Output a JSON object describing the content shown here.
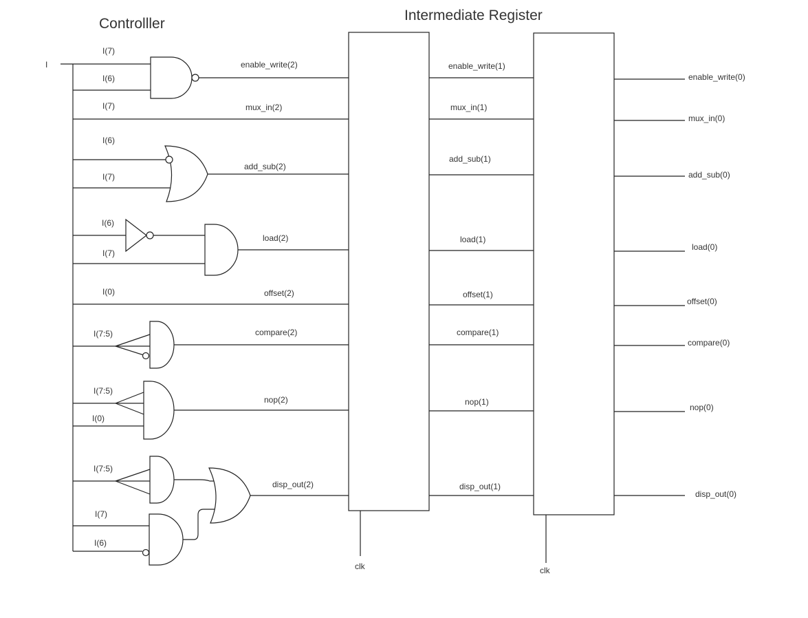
{
  "titles": {
    "controller": "Controlller",
    "register": "Intermediate Register"
  },
  "input": {
    "bus": "I"
  },
  "gate_inputs": {
    "nand_a": "I(7)",
    "nand_b": "I(6)",
    "mux": "I(7)",
    "or_a": "I(6)",
    "or_b": "I(7)",
    "not_in": "I(6)",
    "and_b": "I(7)",
    "offset": "I(0)",
    "cmp": "I(7:5)",
    "nop_a": "I(7:5)",
    "nop_b": "I(0)",
    "disp_a": "I(7:5)",
    "disp_b": "I(7)",
    "disp_c": "I(6)"
  },
  "stage2": [
    "enable_write(2)",
    "mux_in(2)",
    "add_sub(2)",
    "load(2)",
    "offset(2)",
    "compare(2)",
    "nop(2)",
    "disp_out(2)"
  ],
  "stage1": [
    "enable_write(1)",
    "mux_in(1)",
    "add_sub(1)",
    "load(1)",
    "offset(1)",
    "compare(1)",
    "nop(1)",
    "disp_out(1)"
  ],
  "stage0": [
    "enable_write(0)",
    "mux_in(0)",
    "add_sub(0)",
    "load(0)",
    "offset(0)",
    "compare(0)",
    "nop(0)",
    "disp_out(0)"
  ],
  "clock": {
    "reg1": "clk",
    "reg2": "clk"
  }
}
